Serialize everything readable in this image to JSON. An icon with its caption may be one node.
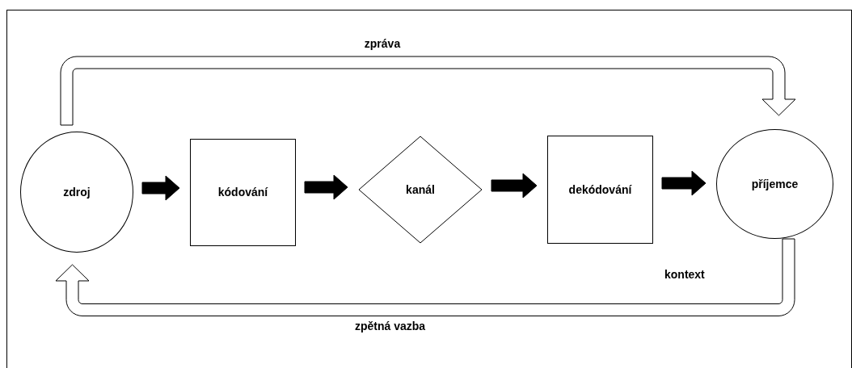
{
  "diagram": {
    "nodes": [
      {
        "text": [
          "zdroj"
        ]
      },
      {
        "text": [
          "kódování"
        ]
      },
      {
        "text": [
          "kanál"
        ]
      },
      {
        "text": [
          "dekódování"
        ]
      },
      {
        "text": [
          "příjemce"
        ]
      }
    ],
    "edges": [
      {
        "from": 0,
        "to": 1,
        "arrow": "to"
      },
      {
        "from": 1,
        "to": 2,
        "arrow": "to"
      },
      {
        "from": 2,
        "to": 3,
        "arrow": "to"
      },
      {
        "from": 3,
        "to": 4,
        "arrow": "to"
      },
      {
        "from": 0,
        "to": 4,
        "arrow": "to",
        "label": "zpráva"
      },
      {
        "from": 4,
        "to": 0,
        "arrow": "to",
        "label": "zpětná vazba"
      }
    ],
    "labels": [
      "kontext"
    ]
  }
}
